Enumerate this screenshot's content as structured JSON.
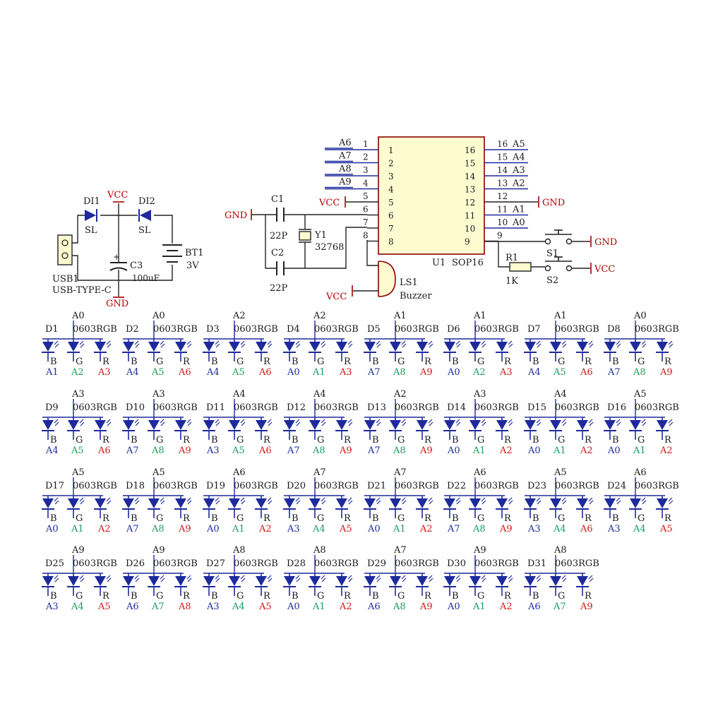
{
  "power_section": {
    "usb": {
      "ref": "USB1",
      "value": "USB-TYPE-C"
    },
    "d1": {
      "ref": "DI1",
      "value": "SL"
    },
    "d2": {
      "ref": "DI2",
      "value": "SL"
    },
    "vcc": "VCC",
    "cap": {
      "ref": "C3",
      "value": "100uF"
    },
    "gnd": "GND",
    "battery": {
      "ref": "BT1",
      "value": "3V"
    }
  },
  "osc_section": {
    "gnd": "GND",
    "c1": {
      "ref": "C1",
      "value": "22P"
    },
    "c2": {
      "ref": "C2",
      "value": "22P"
    },
    "xtal": {
      "ref": "Y1",
      "value": "32768"
    },
    "buzzer": {
      "ref": "LS1",
      "value": "Buzzer"
    },
    "vcc": "VCC"
  },
  "ic": {
    "ref": "U1",
    "package": "SOP16",
    "left_pins": [
      {
        "num": "1",
        "net": "A6"
      },
      {
        "num": "2",
        "net": "A7"
      },
      {
        "num": "3",
        "net": "A8"
      },
      {
        "num": "4",
        "net": "A9"
      },
      {
        "num": "5",
        "net": "VCC"
      },
      {
        "num": "6",
        "net": ""
      },
      {
        "num": "7",
        "net": ""
      },
      {
        "num": "8",
        "net": ""
      }
    ],
    "right_pins": [
      {
        "num": "16",
        "net": "A5"
      },
      {
        "num": "15",
        "net": "A4"
      },
      {
        "num": "14",
        "net": "A3"
      },
      {
        "num": "13",
        "net": "A2"
      },
      {
        "num": "12",
        "net": "GND"
      },
      {
        "num": "11",
        "net": "A1"
      },
      {
        "num": "10",
        "net": "A0"
      },
      {
        "num": "9",
        "net": ""
      }
    ]
  },
  "switch_section": {
    "r1": {
      "ref": "R1",
      "value": "1K"
    },
    "s1": {
      "ref": "S1",
      "net": "GND"
    },
    "s2": {
      "ref": "S2",
      "net": "VCC"
    }
  },
  "led_package": "0603RGB",
  "pin_letters": {
    "b": "B",
    "g": "G",
    "r": "R"
  },
  "pin_colors": {
    "b": "#1e2a9c",
    "g": "#1a9b5a",
    "r": "#d01818"
  },
  "leds": [
    {
      "ref": "D1",
      "common": "A0",
      "b": "A1",
      "g": "A2",
      "r": "A3"
    },
    {
      "ref": "D2",
      "common": "A0",
      "b": "A4",
      "g": "A5",
      "r": "A6"
    },
    {
      "ref": "D3",
      "common": "A2",
      "b": "A4",
      "g": "A5",
      "r": "A6"
    },
    {
      "ref": "D4",
      "common": "A2",
      "b": "A0",
      "g": "A1",
      "r": "A3"
    },
    {
      "ref": "D5",
      "common": "A1",
      "b": "A7",
      "g": "A8",
      "r": "A9"
    },
    {
      "ref": "D6",
      "common": "A1",
      "b": "A0",
      "g": "A2",
      "r": "A3"
    },
    {
      "ref": "D7",
      "common": "A1",
      "b": "A4",
      "g": "A5",
      "r": "A6"
    },
    {
      "ref": "D8",
      "common": "A0",
      "b": "A7",
      "g": "A8",
      "r": "A9"
    },
    {
      "ref": "D9",
      "common": "A3",
      "b": "A4",
      "g": "A5",
      "r": "A6"
    },
    {
      "ref": "D10",
      "common": "A3",
      "b": "A7",
      "g": "A8",
      "r": "A9"
    },
    {
      "ref": "D11",
      "common": "A4",
      "b": "A3",
      "g": "A5",
      "r": "A6"
    },
    {
      "ref": "D12",
      "common": "A4",
      "b": "A7",
      "g": "A8",
      "r": "A9"
    },
    {
      "ref": "D13",
      "common": "A2",
      "b": "A7",
      "g": "A8",
      "r": "A9"
    },
    {
      "ref": "D14",
      "common": "A3",
      "b": "A0",
      "g": "A1",
      "r": "A2"
    },
    {
      "ref": "D15",
      "common": "A4",
      "b": "A0",
      "g": "A1",
      "r": "A2"
    },
    {
      "ref": "D16",
      "common": "A5",
      "b": "A0",
      "g": "A1",
      "r": "A2"
    },
    {
      "ref": "D17",
      "common": "A5",
      "b": "A0",
      "g": "A1",
      "r": "A2"
    },
    {
      "ref": "D18",
      "common": "A5",
      "b": "A7",
      "g": "A8",
      "r": "A9"
    },
    {
      "ref": "D19",
      "common": "A6",
      "b": "A0",
      "g": "A1",
      "r": "A2"
    },
    {
      "ref": "D20",
      "common": "A7",
      "b": "A3",
      "g": "A4",
      "r": "A5"
    },
    {
      "ref": "D21",
      "common": "A7",
      "b": "A0",
      "g": "A1",
      "r": "A2"
    },
    {
      "ref": "D22",
      "common": "A6",
      "b": "A7",
      "g": "A8",
      "r": "A9"
    },
    {
      "ref": "D23",
      "common": "A5",
      "b": "A3",
      "g": "A4",
      "r": "A6"
    },
    {
      "ref": "D24",
      "common": "A6",
      "b": "A3",
      "g": "A4",
      "r": "A5"
    },
    {
      "ref": "D25",
      "common": "A9",
      "b": "A3",
      "g": "A4",
      "r": "A5"
    },
    {
      "ref": "D26",
      "common": "A9",
      "b": "A6",
      "g": "A7",
      "r": "A8"
    },
    {
      "ref": "D27",
      "common": "A8",
      "b": "A3",
      "g": "A4",
      "r": "A5"
    },
    {
      "ref": "D28",
      "common": "A8",
      "b": "A0",
      "g": "A1",
      "r": "A2"
    },
    {
      "ref": "D29",
      "common": "A7",
      "b": "A6",
      "g": "A8",
      "r": "A9"
    },
    {
      "ref": "D30",
      "common": "A9",
      "b": "A0",
      "g": "A1",
      "r": "A2"
    },
    {
      "ref": "D31",
      "common": "A8",
      "b": "A6",
      "g": "A7",
      "r": "A9"
    }
  ]
}
